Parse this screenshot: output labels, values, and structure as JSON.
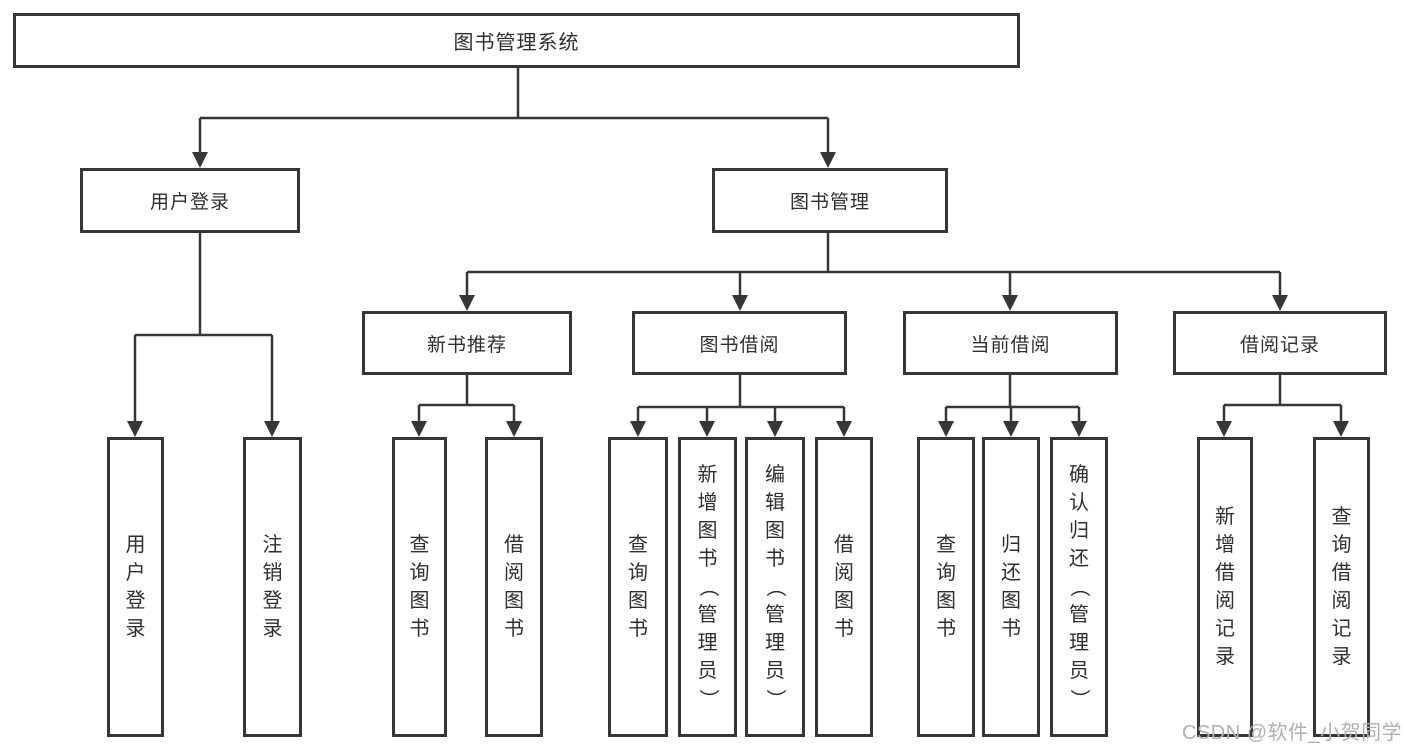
{
  "diagram": {
    "root": {
      "label": "图书管理系统"
    },
    "branches": [
      {
        "label": "用户登录",
        "children": [
          {
            "label": "用户登录"
          },
          {
            "label": "注销登录"
          }
        ]
      },
      {
        "label": "图书管理",
        "children": [
          {
            "label": "新书推荐",
            "children": [
              {
                "label": "查询图书"
              },
              {
                "label": "借阅图书"
              }
            ]
          },
          {
            "label": "图书借阅",
            "children": [
              {
                "label": "查询图书"
              },
              {
                "label": "新增图书（管理员）"
              },
              {
                "label": "编辑图书（管理员）"
              },
              {
                "label": "借阅图书"
              }
            ]
          },
          {
            "label": "当前借阅",
            "children": [
              {
                "label": "查询图书"
              },
              {
                "label": "归还图书"
              },
              {
                "label": "确认归还（管理员）"
              }
            ]
          },
          {
            "label": "借阅记录",
            "children": [
              {
                "label": "新增借阅记录"
              },
              {
                "label": "查询借阅记录"
              }
            ]
          }
        ]
      }
    ],
    "watermark": "CSDN @软件_小贺同学",
    "colors": {
      "line": "#363636",
      "box_border": "#363636",
      "text": "#2f2f2f",
      "watermark": "#b0b0b0",
      "background": "#ffffff"
    }
  }
}
